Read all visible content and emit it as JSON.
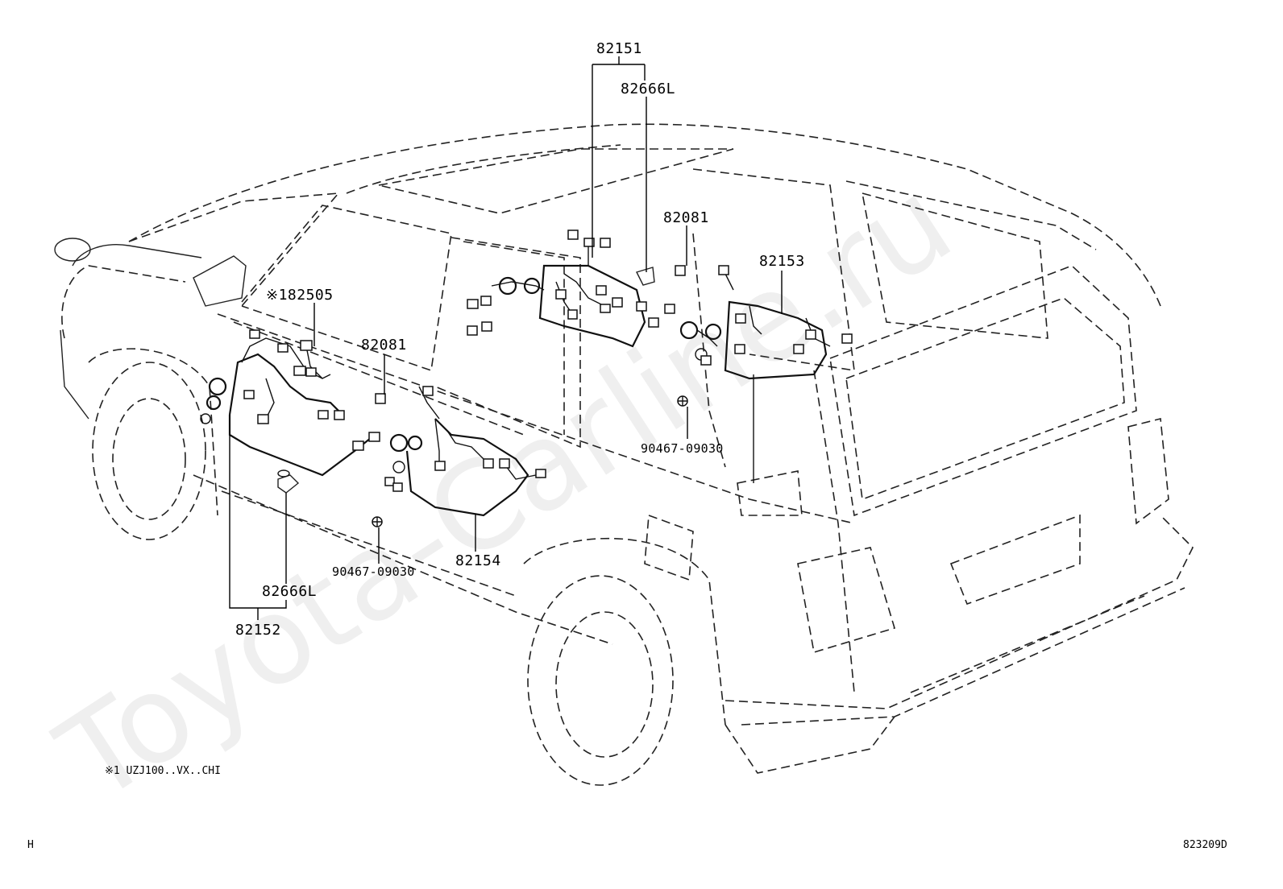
{
  "watermark": "Toyota-Carline.ru",
  "diagram_code": "823209D",
  "corner_mark": "H",
  "footnote": "※1 UZJ100..VX..CHI",
  "parts": {
    "p82151": "82151",
    "p82666L_top": "82666L",
    "p82081_right": "82081",
    "p82153": "82153",
    "p182505": "※182505",
    "p82081_left": "82081",
    "p90467_right": "90467-09030",
    "p90467_left": "90467-09030",
    "p82154": "82154",
    "p82666L_bottom": "82666L",
    "p82152": "82152"
  }
}
